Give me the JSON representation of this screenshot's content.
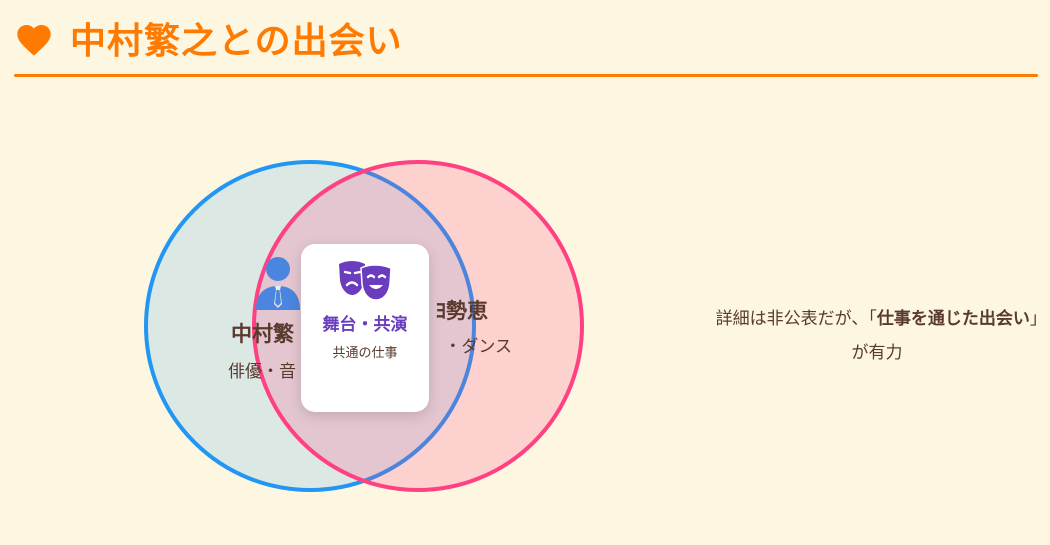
{
  "header": {
    "icon": "heart-icon",
    "title": "中村繁之との出会い",
    "accent_color": "#ff7a00"
  },
  "venn": {
    "left": {
      "icon": "person-tie-icon",
      "name_visible": "中村繁",
      "role_visible": "俳優・音",
      "border_color": "#2196f3"
    },
    "right": {
      "name_visible": "ﾖ勢恵",
      "role_visible": "・ダンス",
      "border_color": "#ff4081"
    },
    "intersection": {
      "icon": "theater-masks-icon",
      "title": "舞台・共演",
      "subtitle": "共通の仕事",
      "title_color": "#6a3dbf"
    }
  },
  "note": {
    "prefix": "詳細は非公表だが、「",
    "emphasis": "仕事を通じた出会い",
    "suffix": "」が有力"
  }
}
